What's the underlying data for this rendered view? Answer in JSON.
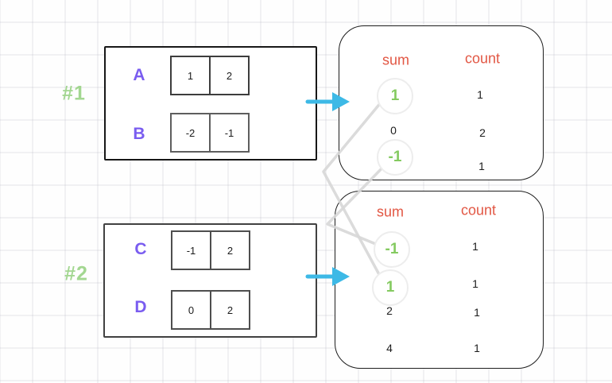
{
  "groups": [
    {
      "id": "#1",
      "rows": [
        {
          "label": "A",
          "cells": [
            "1",
            "2"
          ]
        },
        {
          "label": "B",
          "cells": [
            "-2",
            "-1"
          ]
        }
      ]
    },
    {
      "id": "#2",
      "rows": [
        {
          "label": "C",
          "cells": [
            "-1",
            "2"
          ]
        },
        {
          "label": "D",
          "cells": [
            "0",
            "2"
          ]
        }
      ]
    }
  ],
  "result_tables": [
    {
      "headers": {
        "sum": "sum",
        "count": "count"
      },
      "rows": [
        {
          "sum": "1",
          "count": "1",
          "highlighted": true
        },
        {
          "sum": "0",
          "count": "2",
          "highlighted": false
        },
        {
          "sum": "-1",
          "count": "1",
          "highlighted": true
        }
      ]
    },
    {
      "headers": {
        "sum": "sum",
        "count": "count"
      },
      "rows": [
        {
          "sum": "-1",
          "count": "1",
          "highlighted": true
        },
        {
          "sum": "1",
          "count": "1",
          "highlighted": true
        },
        {
          "sum": "2",
          "count": "1",
          "highlighted": false
        },
        {
          "sum": "4",
          "count": "1",
          "highlighted": false
        }
      ]
    }
  ],
  "connections": [
    {
      "from": "table1 sum 1",
      "to": "table2 sum 1"
    },
    {
      "from": "table1 sum -1",
      "to": "table2 sum -1"
    }
  ],
  "colors": {
    "row_label_purple": "#7a5df0",
    "group_label_green": "#9ad386",
    "table_header_orange": "#e25744",
    "highlight_value_green": "#84ca60",
    "arrow_cyan": "#3db9e6",
    "connector_gray": "#d7d7d7",
    "value_text": "#1c1c1c"
  }
}
